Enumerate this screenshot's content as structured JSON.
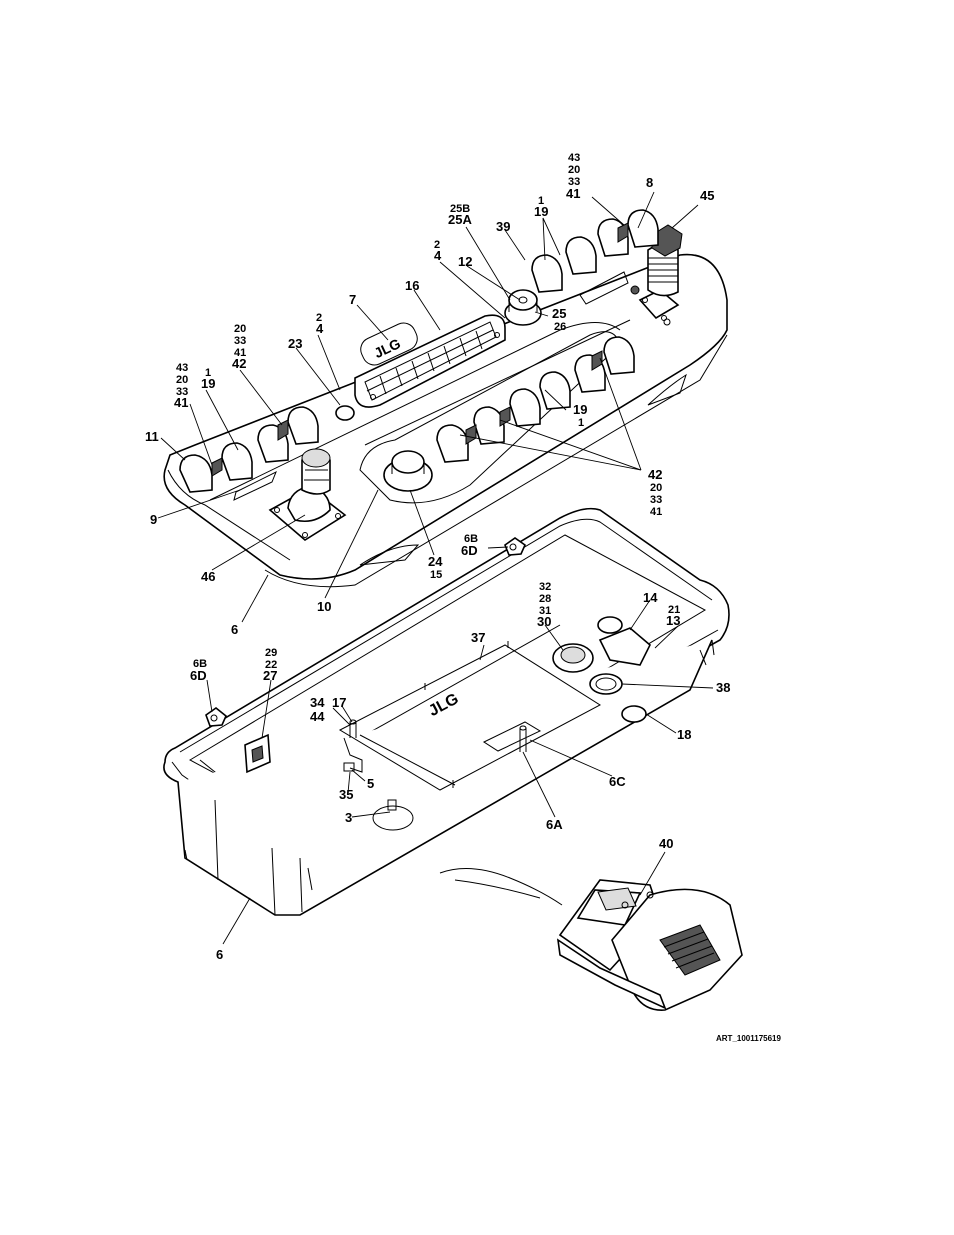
{
  "drawing": {
    "art_id": "ART_1001175619",
    "logo_text": "JLG",
    "callouts": [
      {
        "id": "c-43-top",
        "lines": [
          "43",
          "20",
          "33",
          "41"
        ]
      },
      {
        "id": "c-8",
        "lines": [
          "8"
        ]
      },
      {
        "id": "c-45",
        "lines": [
          "45"
        ]
      },
      {
        "id": "c-25b",
        "lines": [
          "25B",
          "25A"
        ]
      },
      {
        "id": "c-1-19-top",
        "lines": [
          "1",
          "19"
        ]
      },
      {
        "id": "c-39",
        "lines": [
          "39"
        ]
      },
      {
        "id": "c-2-4-mid",
        "lines": [
          "2",
          "4"
        ]
      },
      {
        "id": "c-12",
        "lines": [
          "12"
        ]
      },
      {
        "id": "c-16",
        "lines": [
          "16"
        ]
      },
      {
        "id": "c-7",
        "lines": [
          "7"
        ]
      },
      {
        "id": "c-25",
        "lines": [
          "25",
          "26"
        ]
      },
      {
        "id": "c-2-4-left",
        "lines": [
          "2",
          "4"
        ]
      },
      {
        "id": "c-20-42",
        "lines": [
          "20",
          "33",
          "41",
          "42"
        ]
      },
      {
        "id": "c-23",
        "lines": [
          "23"
        ]
      },
      {
        "id": "c-43-left",
        "lines": [
          "43",
          "20",
          "33",
          "41"
        ]
      },
      {
        "id": "c-1-19-left",
        "lines": [
          "1",
          "19"
        ]
      },
      {
        "id": "c-19-1-right",
        "lines": [
          "19",
          "1"
        ]
      },
      {
        "id": "c-11",
        "lines": [
          "11"
        ]
      },
      {
        "id": "c-42-right",
        "lines": [
          "42",
          "20",
          "33",
          "41"
        ]
      },
      {
        "id": "c-9",
        "lines": [
          "9"
        ]
      },
      {
        "id": "c-6b-6d-top",
        "lines": [
          "6B",
          "6D"
        ]
      },
      {
        "id": "c-24",
        "lines": [
          "24",
          "15"
        ]
      },
      {
        "id": "c-46",
        "lines": [
          "46"
        ]
      },
      {
        "id": "c-6-top",
        "lines": [
          "6"
        ]
      },
      {
        "id": "c-10",
        "lines": [
          "10"
        ]
      },
      {
        "id": "c-32",
        "lines": [
          "32",
          "28",
          "31",
          "30"
        ]
      },
      {
        "id": "c-14",
        "lines": [
          "14"
        ]
      },
      {
        "id": "c-21",
        "lines": [
          "21",
          "13"
        ]
      },
      {
        "id": "c-37",
        "lines": [
          "37"
        ]
      },
      {
        "id": "c-29",
        "lines": [
          "29",
          "22",
          "27"
        ]
      },
      {
        "id": "c-6b-6d-left",
        "lines": [
          "6B",
          "6D"
        ]
      },
      {
        "id": "c-38",
        "lines": [
          "38"
        ]
      },
      {
        "id": "c-34",
        "lines": [
          "34",
          "44"
        ]
      },
      {
        "id": "c-17",
        "lines": [
          "17"
        ]
      },
      {
        "id": "c-18",
        "lines": [
          "18"
        ]
      },
      {
        "id": "c-5",
        "lines": [
          "5"
        ]
      },
      {
        "id": "c-35",
        "lines": [
          "35"
        ]
      },
      {
        "id": "c-6c",
        "lines": [
          "6C"
        ]
      },
      {
        "id": "c-3",
        "lines": [
          "3"
        ]
      },
      {
        "id": "c-6a",
        "lines": [
          "6A"
        ]
      },
      {
        "id": "c-40",
        "lines": [
          "40"
        ]
      },
      {
        "id": "c-6-bottom",
        "lines": [
          "6"
        ]
      }
    ]
  }
}
